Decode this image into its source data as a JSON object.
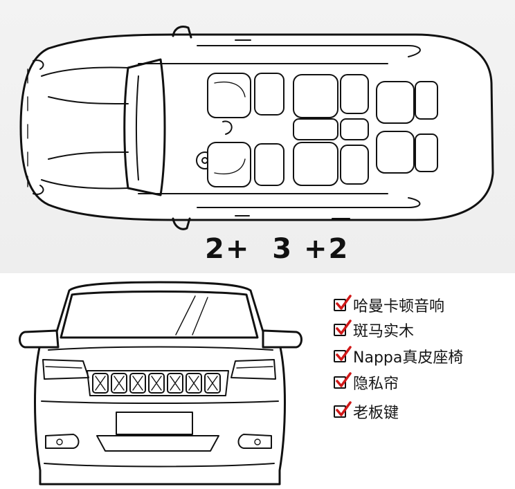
{
  "illustration": {
    "seat_configuration": "2+  3 +2",
    "checkmark_color": "#d01818",
    "ink_color": "#111111"
  },
  "features": [
    {
      "label": "哈曼卡顿音响",
      "checked": true,
      "icon": "checkbox-checked-icon"
    },
    {
      "label": "斑马实木",
      "checked": true,
      "icon": "checkbox-checked-icon"
    },
    {
      "label": "Nappa真皮座椅",
      "checked": true,
      "icon": "checkbox-checked-icon"
    },
    {
      "label": "隐私帘",
      "checked": true,
      "icon": "checkbox-checked-icon"
    },
    {
      "label": "老板键",
      "checked": true,
      "icon": "checkbox-checked-icon"
    }
  ]
}
